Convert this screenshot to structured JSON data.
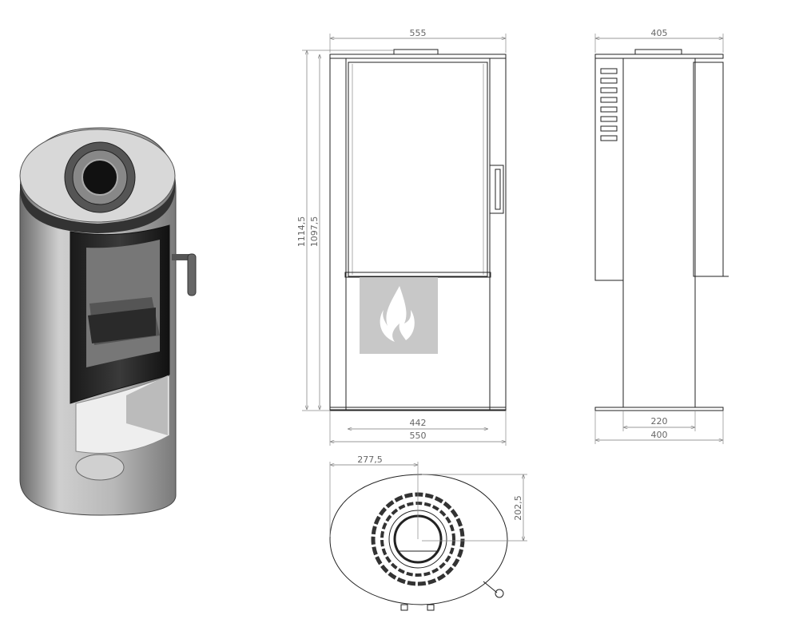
{
  "drawing": {
    "front_view": {
      "width_top": "555",
      "height_total": "1114,5",
      "height_body": "1097,5",
      "inner_width": "442",
      "base_width": "550"
    },
    "side_view": {
      "depth_top": "405",
      "column_width": "220",
      "base_depth": "400"
    },
    "top_view": {
      "flue_offset_x": "277,5",
      "flue_offset_y": "202,5"
    },
    "watermark": {
      "icon": "flame-icon",
      "color": "#c8c8c8"
    }
  }
}
